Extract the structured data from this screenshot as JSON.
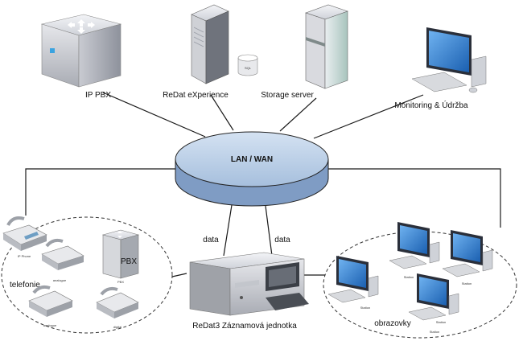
{
  "network": {
    "hub_label": "LAN / WAN",
    "hub_color": "#b7cde6"
  },
  "nodes": {
    "ip_pbx": "IP PBX",
    "redat_experience": "ReDat eXperience",
    "sql_badge": "SQL",
    "storage_server": "Storage server",
    "monitoring": "Monitoring & Údržba",
    "recorder": "ReDat3 Záznamová jednotka"
  },
  "links": {
    "data_left": "data",
    "data_right": "data"
  },
  "telephony_group": {
    "title": "telefonie",
    "pbx_badge": "PBX",
    "items": [
      "IP Phone",
      "analogue",
      "PBX",
      "analogue",
      "digital"
    ]
  },
  "screens_group": {
    "title": "obrazovky",
    "stations": [
      "Station",
      "Station",
      "Station",
      "Station",
      "Station"
    ]
  }
}
